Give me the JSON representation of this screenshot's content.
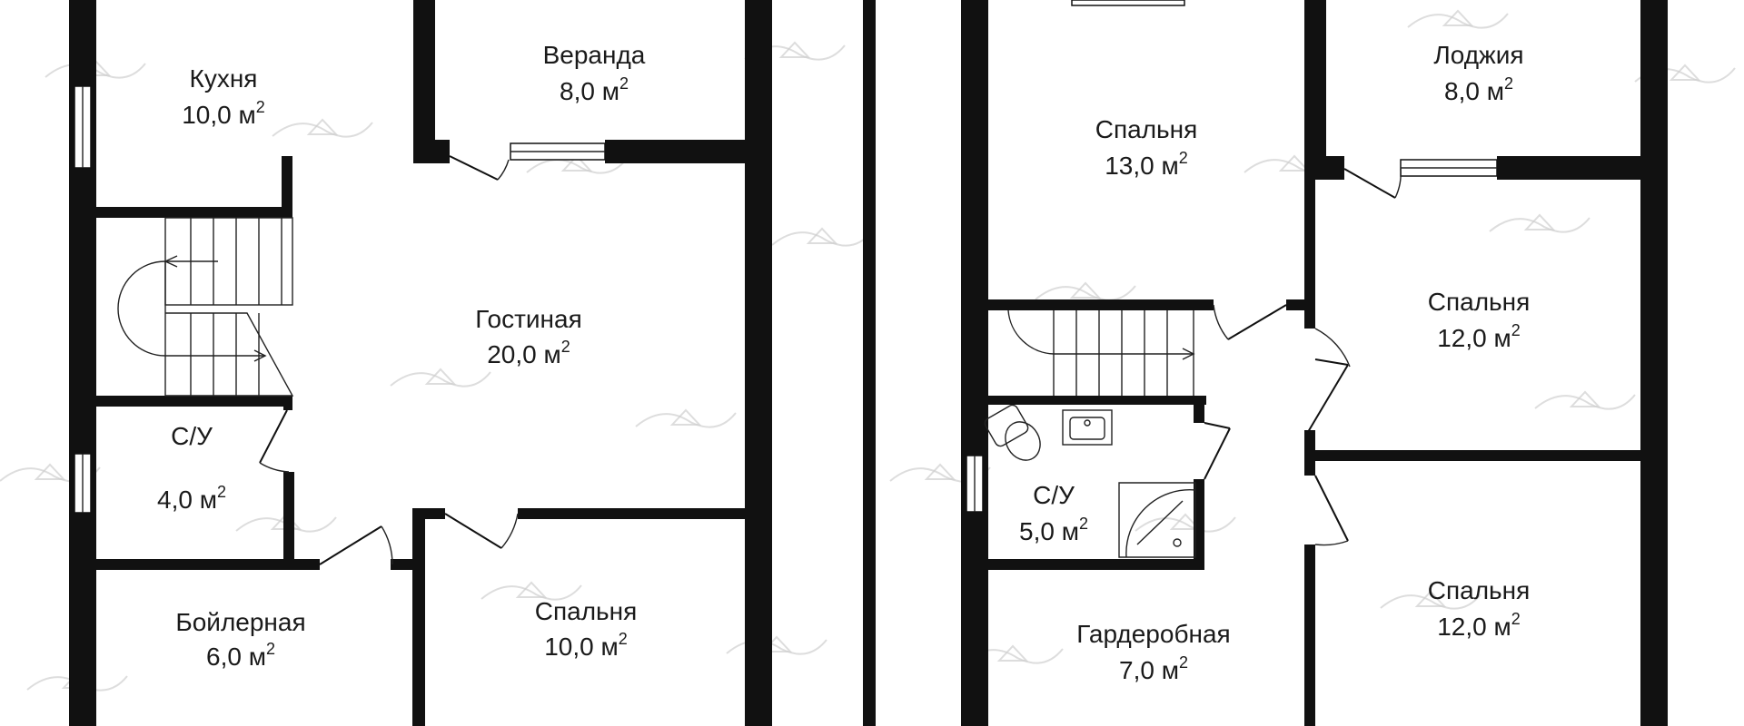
{
  "plan": {
    "area_unit": "м",
    "area_exp": "2",
    "floors": [
      {
        "rooms": [
          {
            "name": "Кухня",
            "area": "10,0"
          },
          {
            "name": "Веранда",
            "area": "8,0"
          },
          {
            "name": "Гостиная",
            "area": "20,0"
          },
          {
            "name": "С/У",
            "area": "4,0"
          },
          {
            "name": "Бойлерная",
            "area": "6,0"
          },
          {
            "name": "Спальня",
            "area": "10,0"
          }
        ]
      },
      {
        "rooms": [
          {
            "name": "Спальня",
            "area": "13,0"
          },
          {
            "name": "Лоджия",
            "area": "8,0"
          },
          {
            "name": "Спальня",
            "area": "12,0"
          },
          {
            "name": "С/У",
            "area": "5,0"
          },
          {
            "name": "Гардеробная",
            "area": "7,0"
          },
          {
            "name": "Спальня",
            "area": "12,0"
          }
        ]
      }
    ]
  },
  "colors": {
    "wall": "#111111",
    "background": "#ffffff",
    "watermark": "#cfcfcf"
  }
}
